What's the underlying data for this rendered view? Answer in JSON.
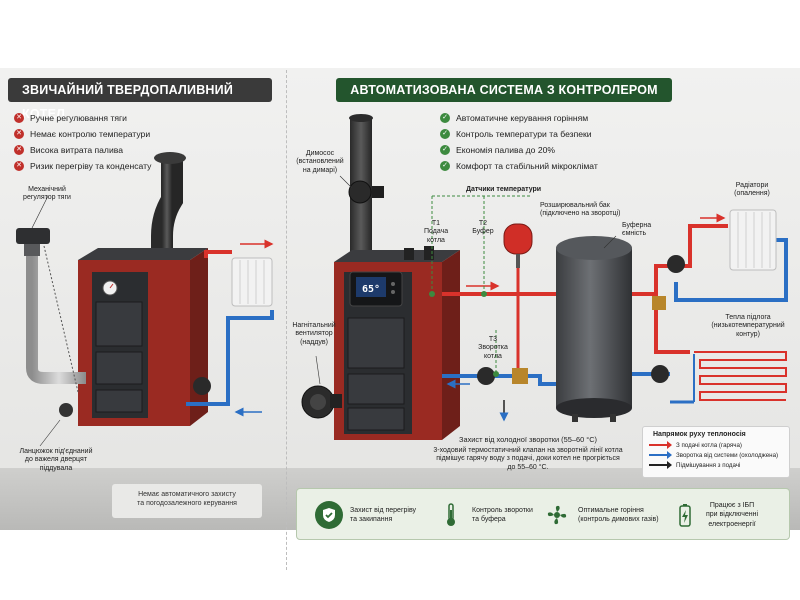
{
  "left_panel": {
    "title": "ЗВИЧАЙНИЙ ТВЕРДОПАЛИВНИЙ КОТЕЛ",
    "cons": [
      "Ручне регулювання тяги",
      "Немає контролю температури",
      "Висока витрата палива",
      "Ризик перегріву та конденсату"
    ],
    "labels": {
      "regulator": [
        "Механічний",
        "регулятор тяги"
      ],
      "chain": [
        "Ланцюжок під'єднаний",
        "до важеля дверцят",
        "піддувала"
      ]
    },
    "note": [
      "Немає автоматичного захисту",
      "та погодозалежного керування"
    ]
  },
  "right_panel": {
    "title": "АВТОМАТИЗОВАНА СИСТЕМА З КОНТРОЛЕРОМ",
    "pros": [
      "Автоматичне керування горінням",
      "Контроль температури та безпеки",
      "Економія палива до 20%",
      "Комфорт та стабільний мікроклімат"
    ],
    "controller_display": "65°",
    "labels": {
      "smoke_exhauster": [
        "Димосос",
        "(встановлений",
        "на димарі)"
      ],
      "sensors": "Датчики температури",
      "t1": [
        "T1",
        "Подача",
        "котла"
      ],
      "t2": [
        "T2",
        "Буфер"
      ],
      "t3": [
        "T3",
        "Зворотка",
        "котла"
      ],
      "expansion_tank": [
        "Розширювальний бак",
        "(підключено на зворотці)"
      ],
      "buffer_tank": [
        "Буферна",
        "ємність"
      ],
      "radiators": [
        "Радіатори",
        "(опалення)"
      ],
      "floor_heating": [
        "Тепла підлога",
        "(низькотемпературний",
        "контур)"
      ],
      "fan": [
        "Нагнітальний",
        "вентилятор",
        "(наддув)"
      ],
      "protection_title": "Захист від холодної зворотки (55–60 °C)",
      "protection_text": [
        "3-ходовий термостатичний клапан на зворотній лінії котла",
        "підмішує гарячу воду з подачі, доки котел не прогріється",
        "до 55–60 °C."
      ]
    },
    "legend": {
      "title": "Напрямок руху теплоносія",
      "items": [
        {
          "label": "З подачі котла (гаряча)",
          "color": "#d9322b"
        },
        {
          "label": "Зворотка від системи (охолоджена)",
          "color": "#2b6fc4"
        },
        {
          "label": "Підмішування з подачі",
          "color": "#222222"
        }
      ]
    },
    "features": [
      {
        "icon": "shield-check-icon",
        "text": [
          "Захист від перегріву",
          "та закипання"
        ]
      },
      {
        "icon": "thermometer-icon",
        "text": [
          "Контроль зворотки",
          "та буфера"
        ]
      },
      {
        "icon": "fan-icon",
        "text": [
          "Оптимальне горіння",
          "(контроль димових газів)"
        ]
      },
      {
        "icon": "battery-bolt-icon",
        "text": [
          "Працює з ІБП",
          "при відключенні",
          "електроенергії"
        ]
      }
    ]
  },
  "colors": {
    "hot": "#d9322b",
    "cold": "#2b6fc4",
    "boiler_red": "#9a2a22",
    "boiler_dark": "#2b2d30",
    "green": "#23552d"
  }
}
